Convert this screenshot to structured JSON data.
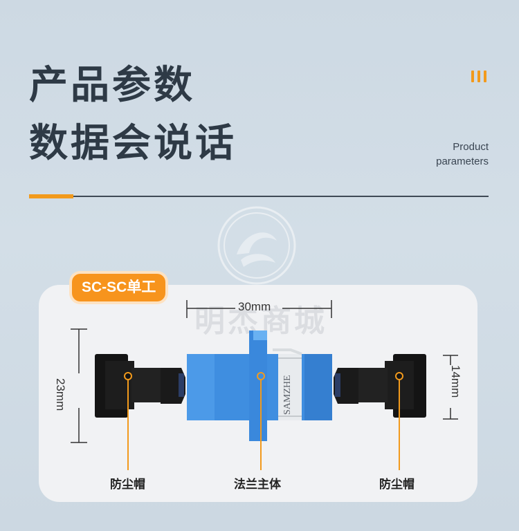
{
  "header": {
    "title_line1": "产品参数",
    "title_line2": "数据会说话",
    "subtitle_line1": "Product",
    "subtitle_line2": "parameters"
  },
  "tag": {
    "label": "SC-SC单工"
  },
  "watermark": "明杰商城",
  "brand_text": "SAMZHE",
  "dimensions": {
    "width": "30mm",
    "height_left": "23mm",
    "height_right": "14mm"
  },
  "labels": {
    "left": "防尘帽",
    "middle": "法兰主体",
    "right": "防尘帽"
  },
  "colors": {
    "accent": "#f29a1c",
    "adapter_blue": "#3f8ee0",
    "text_dark": "#2e3a46"
  }
}
